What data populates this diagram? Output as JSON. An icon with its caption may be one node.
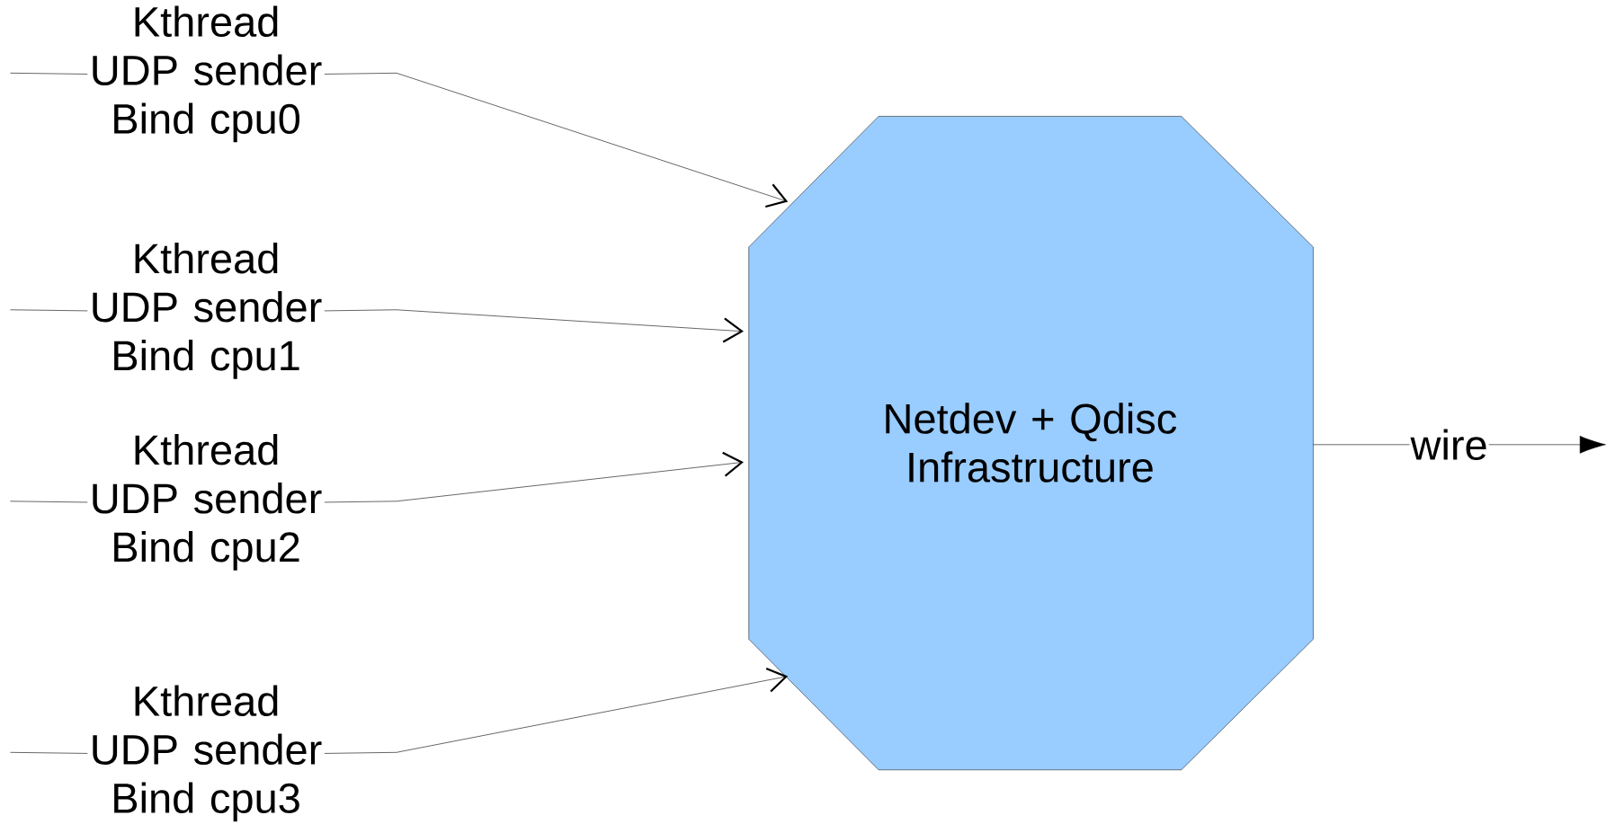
{
  "diagram": {
    "nodes": [
      {
        "text": [
          "Kthread UDP sender Bind cpu0"
        ]
      },
      {
        "text": [
          "Kthread UDP sender Bind cpu1"
        ]
      },
      {
        "text": [
          "Kthread UDP sender Bind cpu2"
        ]
      },
      {
        "text": [
          "Kthread UDP sender Bind cpu3"
        ]
      },
      {
        "text": [
          "Netdev + Qdisc Infrastructure"
        ]
      }
    ],
    "edges": [
      {
        "from": 0,
        "to": 4,
        "arrow": "to"
      },
      {
        "from": 1,
        "to": 4,
        "arrow": "to"
      },
      {
        "from": 2,
        "to": 4,
        "arrow": "to"
      },
      {
        "from": 3,
        "to": 4,
        "arrow": "to"
      },
      {
        "from": 4,
        "to": null,
        "arrow": "to",
        "label": "wire"
      }
    ]
  }
}
